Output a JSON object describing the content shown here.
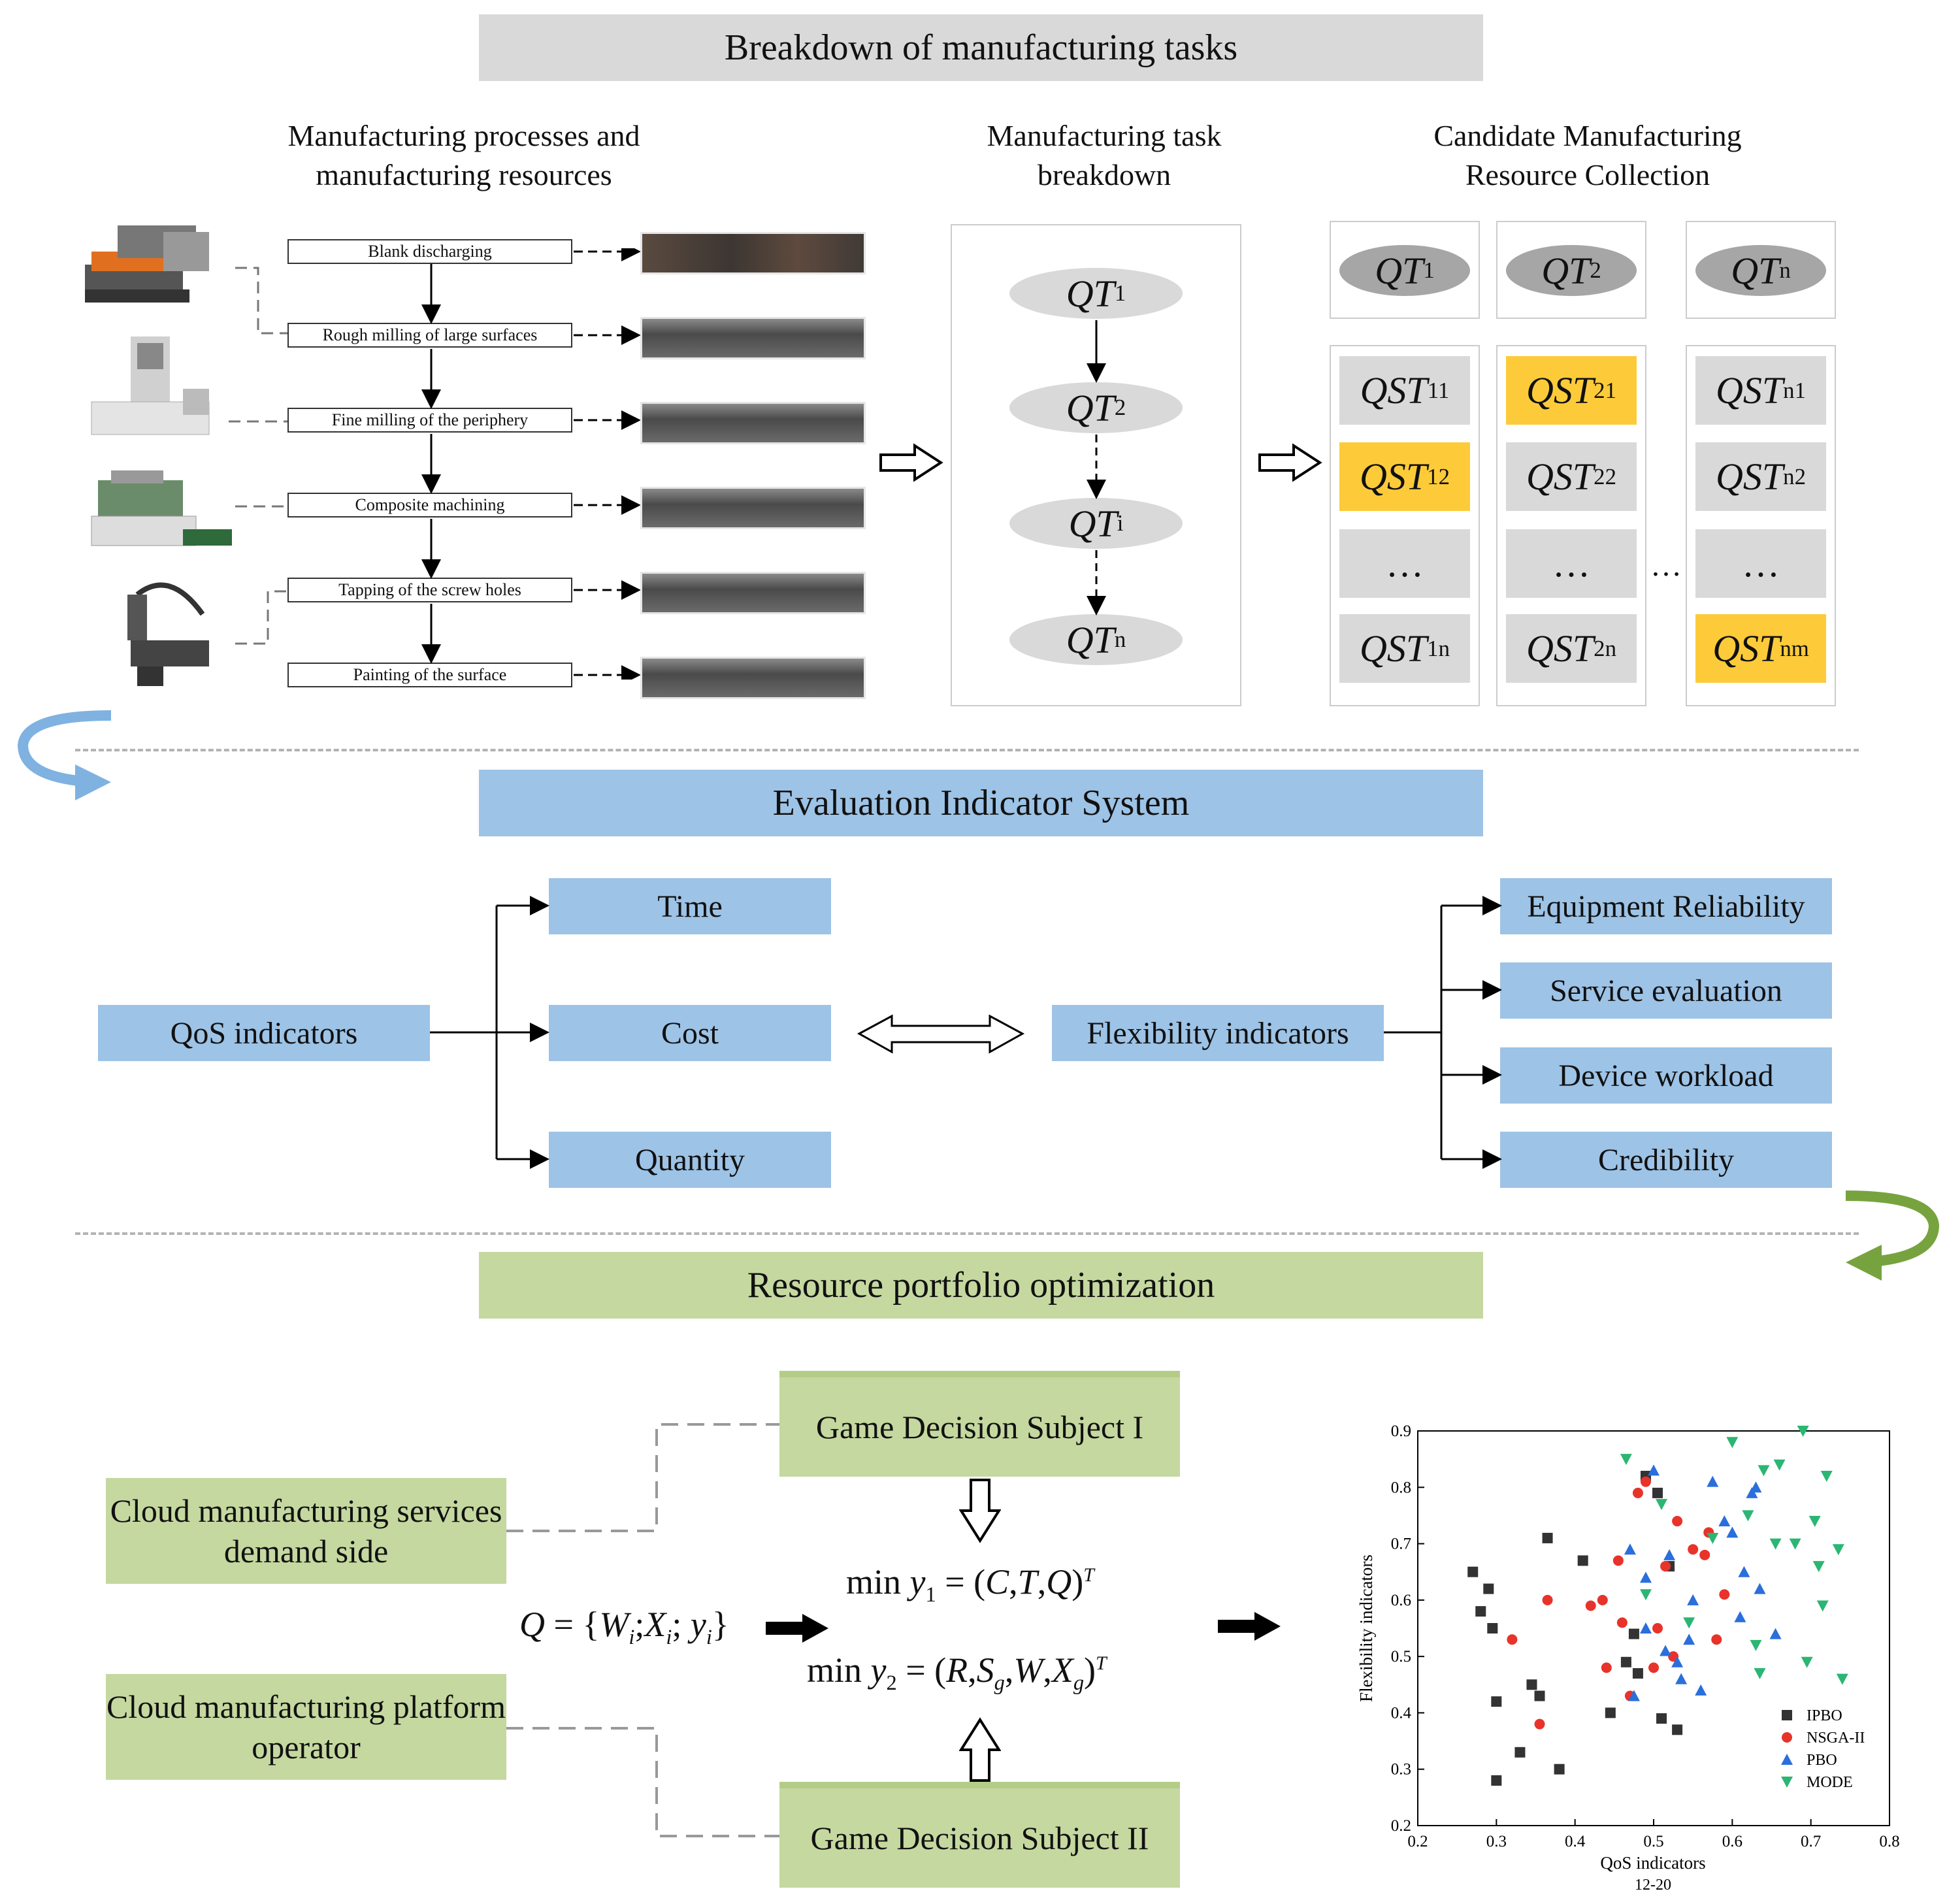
{
  "sections": {
    "breakdown_title": "Breakdown of manufacturing tasks",
    "evaluation_title": "Evaluation Indicator System",
    "optimization_title": "Resource portfolio optimization"
  },
  "breakdown": {
    "col1_title": "Manufacturing processes and manufacturing resources",
    "col2_title": "Manufacturing task breakdown",
    "col3_title": "Candidate Manufacturing Resource Collection",
    "processes": [
      "Blank discharging",
      "Rough milling of large surfaces",
      "Fine milling of the periphery",
      "Composite machining",
      "Tapping of the screw holes",
      "Painting of the surface"
    ],
    "tasks": [
      {
        "base": "QT",
        "sub": "1"
      },
      {
        "base": "QT",
        "sub": "2"
      },
      {
        "base": "QT",
        "sub": "i"
      },
      {
        "base": "QT",
        "sub": "n"
      }
    ],
    "candidate_heads": [
      {
        "base": "QT",
        "sub": "1"
      },
      {
        "base": "QT",
        "sub": "2"
      },
      {
        "base": "QT",
        "sub": "n"
      }
    ],
    "candidate_cols": [
      [
        {
          "base": "QST",
          "sub": "11"
        },
        {
          "base": "QST",
          "sub": "12"
        },
        {
          "base": "",
          "sub": "",
          "text": "…"
        },
        {
          "base": "QST",
          "sub": "1n"
        }
      ],
      [
        {
          "base": "QST",
          "sub": "21"
        },
        {
          "base": "QST",
          "sub": "22"
        },
        {
          "base": "",
          "sub": "",
          "text": "…"
        },
        {
          "base": "QST",
          "sub": "2n"
        }
      ],
      [
        {
          "base": "QST",
          "sub": "n1"
        },
        {
          "base": "QST",
          "sub": "n2"
        },
        {
          "base": "",
          "sub": "",
          "text": "…"
        },
        {
          "base": "QST",
          "sub": "nm"
        }
      ]
    ],
    "between_ellipsis": "…",
    "highlight_color": "#fdcb3a"
  },
  "evaluation": {
    "qos_label": "QoS indicators",
    "qos_items": [
      "Time",
      "Cost",
      "Quantity"
    ],
    "flex_label": "Flexibility indicators",
    "flex_items": [
      "Equipment Reliability",
      "Service evaluation",
      "Device workload",
      "Credibility"
    ]
  },
  "optimization": {
    "demand_side": "Cloud manufacturing services demand side",
    "operator": "Cloud manufacturing platform operator",
    "subject1": "Game Decision Subject I",
    "subject2": "Game Decision Subject II",
    "formulas": {
      "q_def": "Q = {Wi;Xi;yi}",
      "min_y1": "min y1 = (C,T,Q)T",
      "min_y2": "min y2 = (R,Sg,W,Xg)T"
    }
  },
  "chart_data": {
    "type": "scatter",
    "xlabel": "QoS indicators",
    "xlabel_sub": "12-20",
    "ylabel": "Flexibility indicators",
    "xlim": [
      0.2,
      0.8
    ],
    "ylim": [
      0.2,
      0.9
    ],
    "xticks": [
      "0.2",
      "0.3",
      "0.4",
      "0.5",
      "0.6",
      "0.7",
      "0.8"
    ],
    "yticks": [
      "0.2",
      "0.3",
      "0.4",
      "0.5",
      "0.6",
      "0.7",
      "0.8",
      "0.9"
    ],
    "legend_position": "bottom-right",
    "series": [
      {
        "name": "IPBO",
        "marker": "square",
        "color": "#333333",
        "points": [
          [
            0.27,
            0.65
          ],
          [
            0.28,
            0.58
          ],
          [
            0.29,
            0.62
          ],
          [
            0.295,
            0.55
          ],
          [
            0.3,
            0.42
          ],
          [
            0.3,
            0.28
          ],
          [
            0.33,
            0.33
          ],
          [
            0.345,
            0.45
          ],
          [
            0.355,
            0.43
          ],
          [
            0.365,
            0.71
          ],
          [
            0.38,
            0.3
          ],
          [
            0.41,
            0.67
          ],
          [
            0.445,
            0.4
          ],
          [
            0.465,
            0.49
          ],
          [
            0.475,
            0.54
          ],
          [
            0.48,
            0.47
          ],
          [
            0.49,
            0.82
          ],
          [
            0.505,
            0.79
          ],
          [
            0.51,
            0.39
          ],
          [
            0.52,
            0.66
          ],
          [
            0.53,
            0.37
          ]
        ]
      },
      {
        "name": "NSGA-II",
        "marker": "circle",
        "color": "#e8332b",
        "points": [
          [
            0.32,
            0.53
          ],
          [
            0.355,
            0.38
          ],
          [
            0.365,
            0.6
          ],
          [
            0.42,
            0.59
          ],
          [
            0.435,
            0.6
          ],
          [
            0.44,
            0.48
          ],
          [
            0.455,
            0.67
          ],
          [
            0.46,
            0.56
          ],
          [
            0.47,
            0.43
          ],
          [
            0.48,
            0.79
          ],
          [
            0.49,
            0.81
          ],
          [
            0.5,
            0.48
          ],
          [
            0.505,
            0.55
          ],
          [
            0.515,
            0.66
          ],
          [
            0.525,
            0.5
          ],
          [
            0.53,
            0.74
          ],
          [
            0.55,
            0.69
          ],
          [
            0.565,
            0.68
          ],
          [
            0.57,
            0.72
          ],
          [
            0.58,
            0.53
          ],
          [
            0.59,
            0.61
          ]
        ]
      },
      {
        "name": "PBO",
        "marker": "triangle-up",
        "color": "#2a6fdb",
        "points": [
          [
            0.47,
            0.69
          ],
          [
            0.475,
            0.43
          ],
          [
            0.49,
            0.55
          ],
          [
            0.49,
            0.64
          ],
          [
            0.5,
            0.83
          ],
          [
            0.515,
            0.51
          ],
          [
            0.52,
            0.68
          ],
          [
            0.53,
            0.49
          ],
          [
            0.535,
            0.46
          ],
          [
            0.545,
            0.53
          ],
          [
            0.55,
            0.6
          ],
          [
            0.56,
            0.44
          ],
          [
            0.575,
            0.81
          ],
          [
            0.59,
            0.74
          ],
          [
            0.6,
            0.72
          ],
          [
            0.61,
            0.57
          ],
          [
            0.615,
            0.65
          ],
          [
            0.625,
            0.79
          ],
          [
            0.63,
            0.8
          ],
          [
            0.635,
            0.62
          ],
          [
            0.655,
            0.54
          ]
        ]
      },
      {
        "name": "MODE",
        "marker": "triangle-down",
        "color": "#2bb673",
        "points": [
          [
            0.465,
            0.85
          ],
          [
            0.49,
            0.61
          ],
          [
            0.51,
            0.77
          ],
          [
            0.545,
            0.56
          ],
          [
            0.575,
            0.71
          ],
          [
            0.6,
            0.88
          ],
          [
            0.63,
            0.52
          ],
          [
            0.635,
            0.47
          ],
          [
            0.64,
            0.83
          ],
          [
            0.655,
            0.7
          ],
          [
            0.66,
            0.84
          ],
          [
            0.68,
            0.7
          ],
          [
            0.69,
            0.9
          ],
          [
            0.695,
            0.49
          ],
          [
            0.705,
            0.74
          ],
          [
            0.71,
            0.66
          ],
          [
            0.715,
            0.59
          ],
          [
            0.72,
            0.82
          ],
          [
            0.735,
            0.69
          ],
          [
            0.74,
            0.46
          ],
          [
            0.62,
            0.75
          ]
        ]
      }
    ]
  }
}
